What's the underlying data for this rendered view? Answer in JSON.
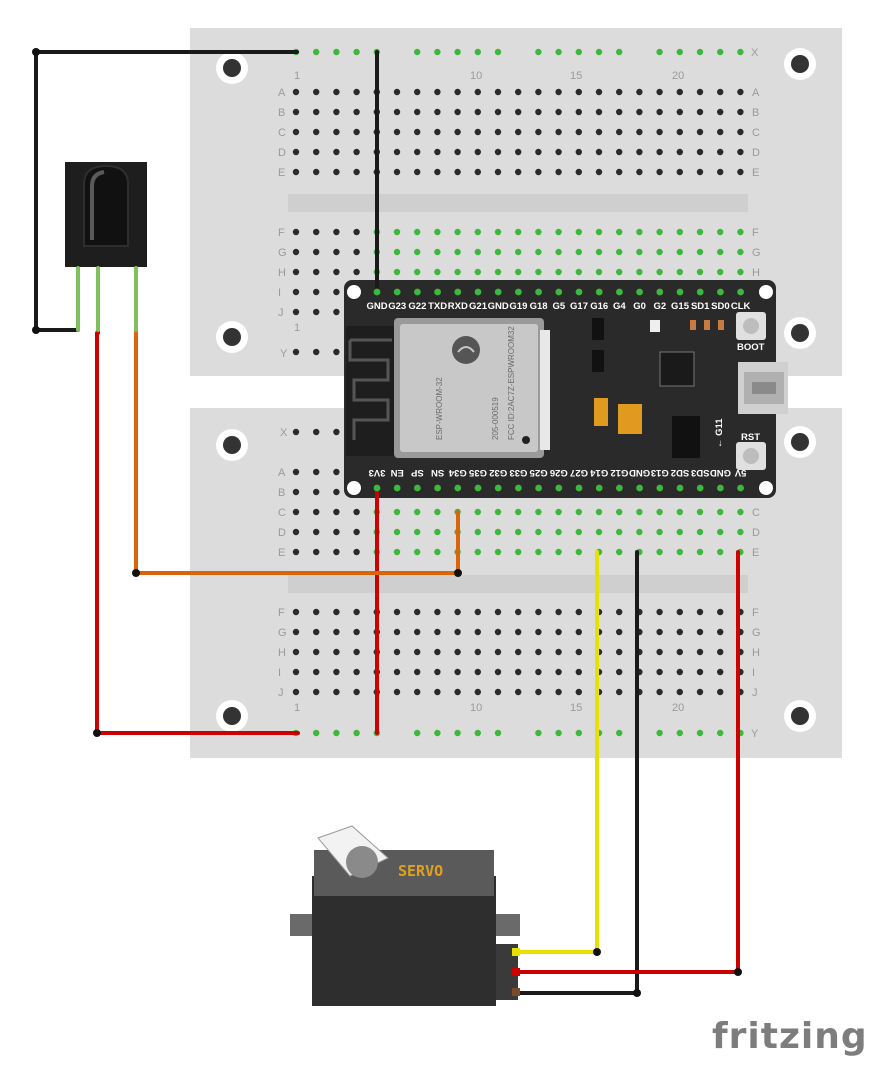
{
  "brand": "fritzing",
  "breadboard": {
    "rail_label": "X",
    "rail_label_bottom": "Y",
    "column_numbers": [
      "1",
      "10",
      "15",
      "20"
    ],
    "row_labels_top": [
      "A",
      "B",
      "C",
      "D",
      "E"
    ],
    "row_labels_bottom": [
      "F",
      "G",
      "H",
      "I",
      "J"
    ]
  },
  "esp32": {
    "top_pins": [
      "GND",
      "G23",
      "G22",
      "TXD",
      "RXD",
      "G21",
      "GND",
      "G19",
      "G18",
      "G5",
      "G17",
      "G16",
      "G4",
      "G0",
      "G2",
      "G15",
      "SD1",
      "SD0",
      "CLK"
    ],
    "bottom_pins": [
      "3V3",
      "EN",
      "SP",
      "SN",
      "G34",
      "G35",
      "G32",
      "G33",
      "G25",
      "G26",
      "G27",
      "G14",
      "G12",
      "GND",
      "G13",
      "SD2",
      "SD3",
      "GND",
      "5V"
    ],
    "module_lines": [
      "ESP-WROOM-32",
      "205-000519",
      "FCC ID:2AC7Z-ESPWROOM32"
    ],
    "boot_label": "BOOT",
    "rst_label": "RST",
    "g11_label": "← G11"
  },
  "servo": {
    "label": "SERVO"
  },
  "wire_colors": {
    "gnd": "#1a1a1a",
    "power": "#cc0000",
    "signal_ir": "#d8640c",
    "signal_servo": "#e8e000"
  }
}
